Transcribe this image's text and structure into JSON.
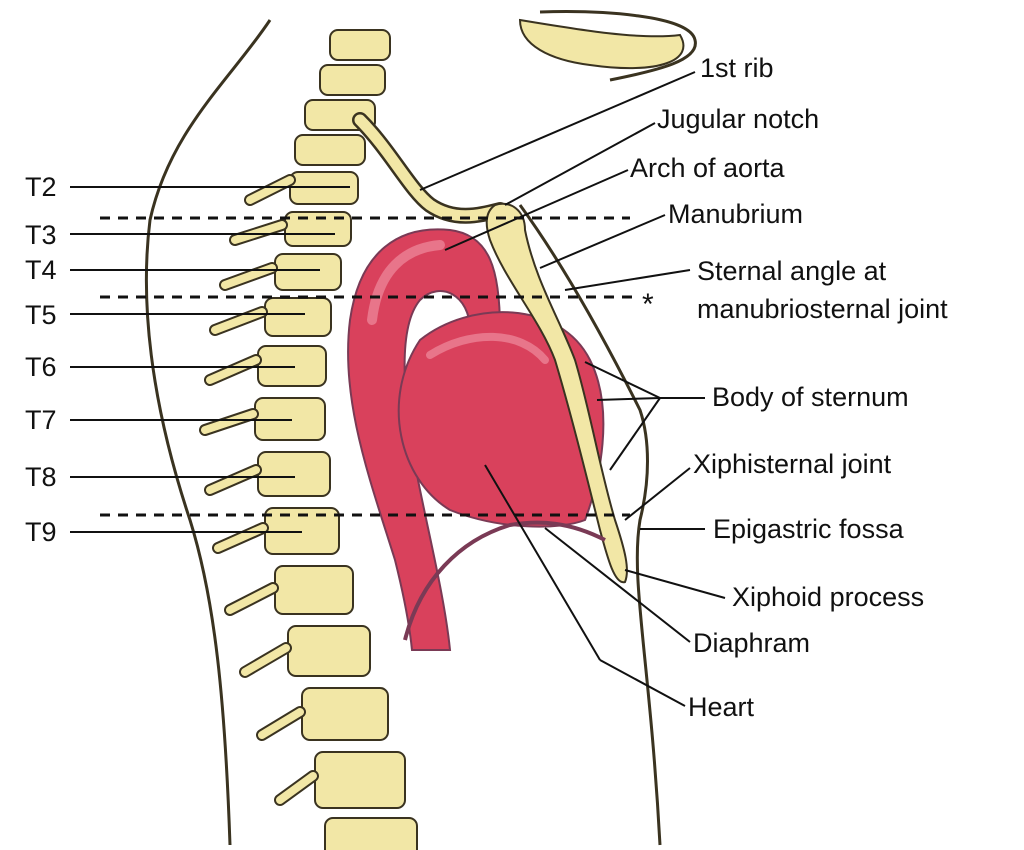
{
  "vertebra_labels": [
    "T2",
    "T3",
    "T4",
    "T5",
    "T6",
    "T7",
    "T8",
    "T9"
  ],
  "right_labels": {
    "first_rib": "1st rib",
    "jugular_notch": "Jugular notch",
    "arch_of_aorta": "Arch of aorta",
    "manubrium": "Manubrium",
    "sternal_angle_line1": "Sternal angle at",
    "sternal_angle_line2": "manubriosternal joint",
    "body_of_sternum": "Body of sternum",
    "xiphisternal_joint": "Xiphisternal joint",
    "epigastric_fossa": "Epigastric fossa",
    "xiphoid_process": "Xiphoid process",
    "diaphram": "Diaphram",
    "heart": "Heart"
  },
  "asterisk": "*",
  "colors": {
    "bone": "#f2e7a6",
    "bone_outline": "#3a3320",
    "heart": "#d9415c",
    "heart_light": "#e8758a",
    "diaphragm": "#7a3a55",
    "line": "#111111"
  }
}
